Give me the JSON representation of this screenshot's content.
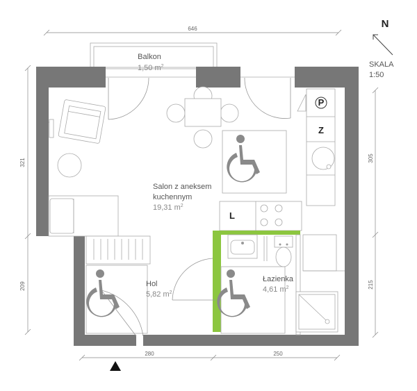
{
  "compass": {
    "label": "N"
  },
  "scale": {
    "line1": "SKALA",
    "line2": "1:50"
  },
  "rooms": {
    "balcony": {
      "name": "Balkon",
      "area": "1,50 m",
      "unit_sup": "2"
    },
    "living": {
      "name_line1": "Salon z aneksem",
      "name_line2": "kuchennym",
      "area": "19,31 m",
      "unit_sup": "2"
    },
    "hall": {
      "name": "Hol",
      "area": "5,82 m",
      "unit_sup": "2"
    },
    "bathroom": {
      "name": "Łazienka",
      "area": "4,61 m",
      "unit_sup": "2"
    }
  },
  "fixtures": {
    "p_label": "P",
    "z_label": "Z",
    "l_label": "L"
  },
  "dimensions": {
    "top": "646",
    "left_upper": "321",
    "left_lower": "209",
    "right_upper": "305",
    "right_lower": "215",
    "bottom_left": "280",
    "bottom_right": "250"
  },
  "colors": {
    "wall": "#777777",
    "accent": "#8cc63f",
    "furniture": "#aaaaaa"
  },
  "icons": [
    "compass-arrow-icon",
    "wheelchair-icon",
    "entrance-arrow-icon"
  ]
}
